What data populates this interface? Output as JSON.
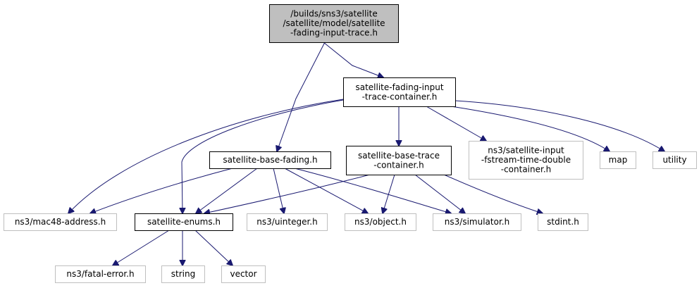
{
  "colors": {
    "edge": "#191970",
    "main_fill": "#bfbfbf",
    "local_border": "#000000",
    "external_border": "#bfbfbf"
  },
  "nodes": {
    "root": {
      "lines": [
        "/builds/sns3/satellite",
        "/satellite/model/satellite",
        "-fading-input-trace.h"
      ],
      "kind": "main"
    },
    "fading_container": {
      "lines": [
        "satellite-fading-input",
        "-trace-container.h"
      ],
      "kind": "local"
    },
    "base_fading": {
      "lines": [
        "satellite-base-fading.h"
      ],
      "kind": "local"
    },
    "base_trace": {
      "lines": [
        "satellite-base-trace",
        "-container.h"
      ],
      "kind": "local"
    },
    "fstream": {
      "lines": [
        "ns3/satellite-input",
        "-fstream-time-double",
        "-container.h"
      ],
      "kind": "external"
    },
    "map": {
      "lines": [
        "map"
      ],
      "kind": "external"
    },
    "utility": {
      "lines": [
        "utility"
      ],
      "kind": "external"
    },
    "mac48": {
      "lines": [
        "ns3/mac48-address.h"
      ],
      "kind": "external"
    },
    "enums": {
      "lines": [
        "satellite-enums.h"
      ],
      "kind": "local"
    },
    "uinteger": {
      "lines": [
        "ns3/uinteger.h"
      ],
      "kind": "external"
    },
    "object": {
      "lines": [
        "ns3/object.h"
      ],
      "kind": "external"
    },
    "simulator": {
      "lines": [
        "ns3/simulator.h"
      ],
      "kind": "external"
    },
    "stdint": {
      "lines": [
        "stdint.h"
      ],
      "kind": "external"
    },
    "fatal_error": {
      "lines": [
        "ns3/fatal-error.h"
      ],
      "kind": "external"
    },
    "string": {
      "lines": [
        "string"
      ],
      "kind": "external"
    },
    "vector": {
      "lines": [
        "vector"
      ],
      "kind": "external"
    }
  },
  "edges": [
    [
      "root",
      "fading_container"
    ],
    [
      "root",
      "base_fading"
    ],
    [
      "fading_container",
      "mac48"
    ],
    [
      "fading_container",
      "enums"
    ],
    [
      "fading_container",
      "base_trace"
    ],
    [
      "fading_container",
      "fstream"
    ],
    [
      "fading_container",
      "map"
    ],
    [
      "fading_container",
      "utility"
    ],
    [
      "base_fading",
      "mac48"
    ],
    [
      "base_fading",
      "enums"
    ],
    [
      "base_fading",
      "uinteger"
    ],
    [
      "base_fading",
      "object"
    ],
    [
      "base_fading",
      "simulator"
    ],
    [
      "base_trace",
      "enums"
    ],
    [
      "base_trace",
      "object"
    ],
    [
      "base_trace",
      "simulator"
    ],
    [
      "base_trace",
      "stdint"
    ],
    [
      "enums",
      "fatal_error"
    ],
    [
      "enums",
      "string"
    ],
    [
      "enums",
      "vector"
    ]
  ]
}
